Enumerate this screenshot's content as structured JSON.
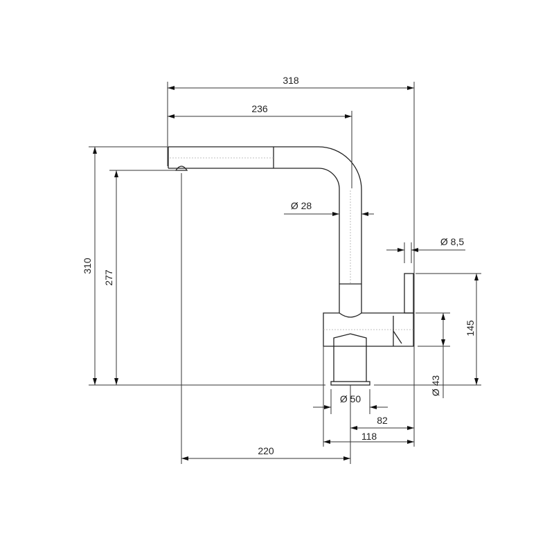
{
  "drawing": {
    "dimensions": {
      "overall_width": "318",
      "spout_reach": "236",
      "overall_height": "310",
      "spout_height": "277",
      "tube_diameter": "Ø 28",
      "lever_diameter": "Ø 8,5",
      "lever_height": "145",
      "body_diameter": "Ø 43",
      "base_diameter": "Ø 50",
      "base_to_back": "82",
      "body_to_back": "118",
      "spout_to_center": "220"
    }
  }
}
